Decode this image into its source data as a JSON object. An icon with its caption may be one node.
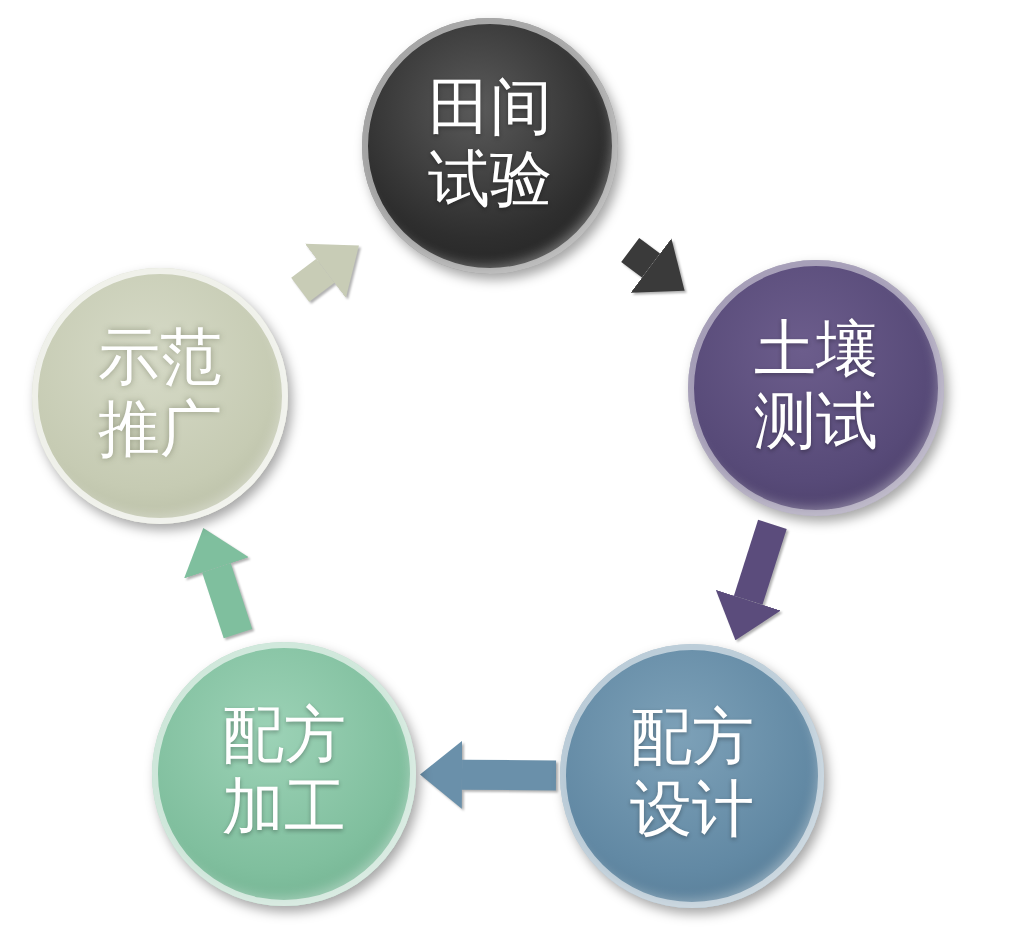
{
  "diagram": {
    "nodes": [
      {
        "text": [
          "田间试验"
        ]
      },
      {
        "text": [
          "土壤测试"
        ]
      },
      {
        "text": [
          "配方设计"
        ]
      },
      {
        "text": [
          "配方加工"
        ]
      },
      {
        "text": [
          "示范推广"
        ]
      }
    ],
    "edges": [
      {
        "from": 0,
        "to": 1,
        "arrow": "to",
        "color": "#3a3a3a"
      },
      {
        "from": 1,
        "to": 2,
        "arrow": "to",
        "color": "#5b4c7c"
      },
      {
        "from": 2,
        "to": 3,
        "arrow": "to",
        "color": "#6a90aa"
      },
      {
        "from": 3,
        "to": 4,
        "arrow": "to",
        "color": "#7fbf9e"
      },
      {
        "from": 4,
        "to": 0,
        "arrow": "to",
        "color": "#c8ccb6"
      }
    ]
  }
}
